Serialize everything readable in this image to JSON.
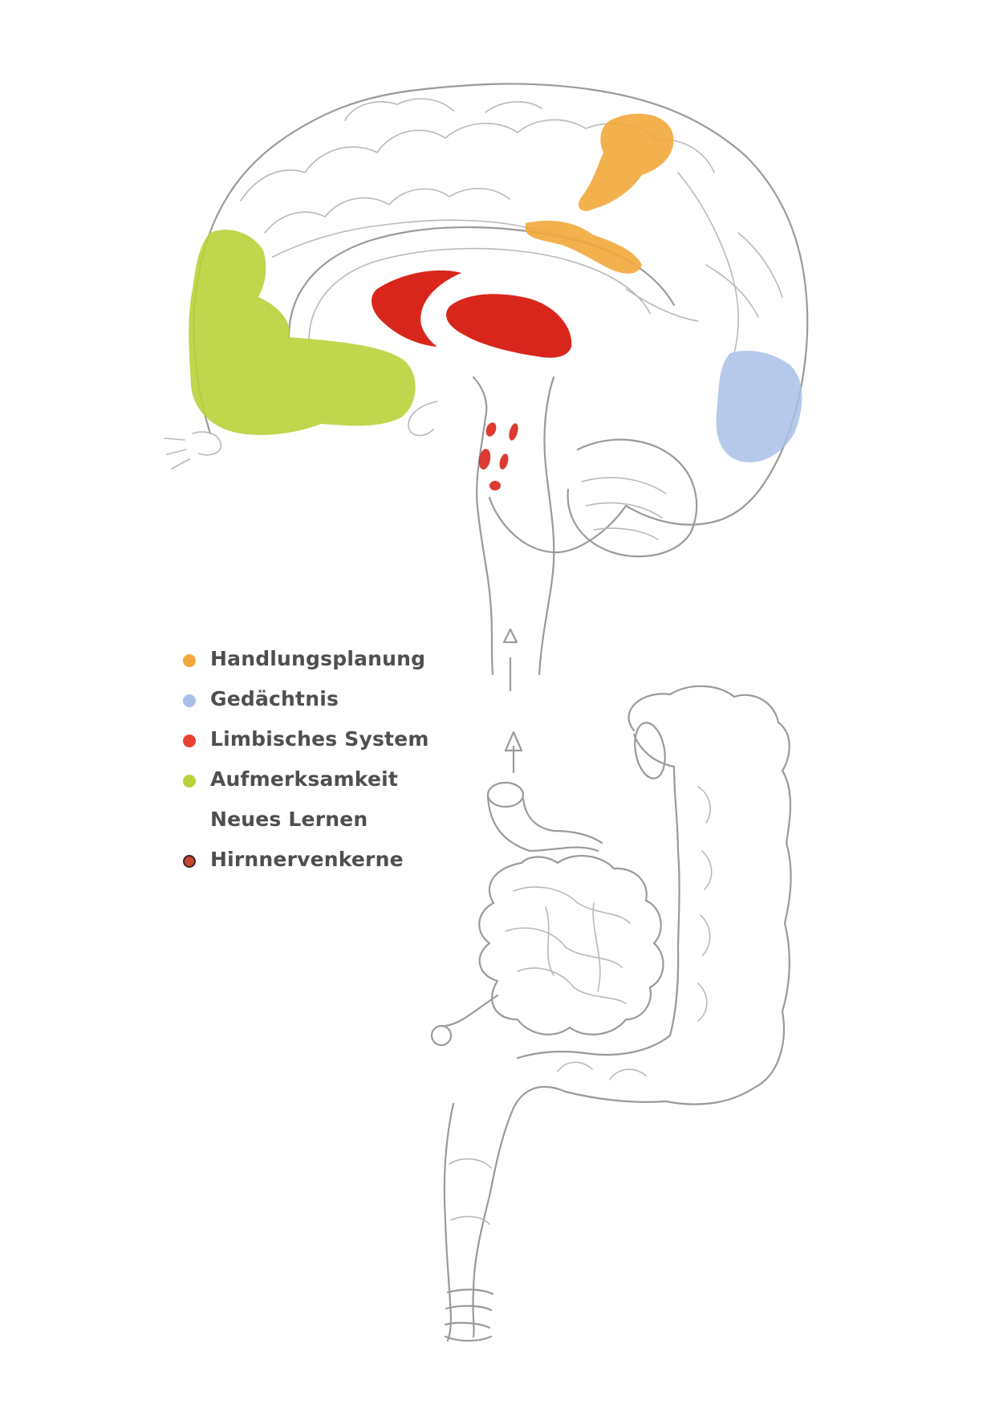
{
  "legend": {
    "items": [
      {
        "label": "Handlungsplanung",
        "color": "#f2a93b",
        "marker": "dot"
      },
      {
        "label": "Gedächtnis",
        "color": "#a9c0e6",
        "marker": "dot"
      },
      {
        "label": "Limbisches System",
        "color": "#e8412f",
        "marker": "dot"
      },
      {
        "label": "Aufmerksamkeit",
        "color": "#b9d23a",
        "marker": "dot"
      },
      {
        "label": "Neues Lernen",
        "color": "",
        "marker": "none"
      },
      {
        "label": "Hirnnervenkerne",
        "color": "#c8452f",
        "marker": "outlined-dot"
      }
    ]
  },
  "regions": {
    "planning_color": "#f2a93b",
    "memory_color": "#a9c0e6",
    "limbic_color": "#d9261c",
    "attention_color": "#b9d23a",
    "nerve_nuclei_color": "#d9261c"
  }
}
